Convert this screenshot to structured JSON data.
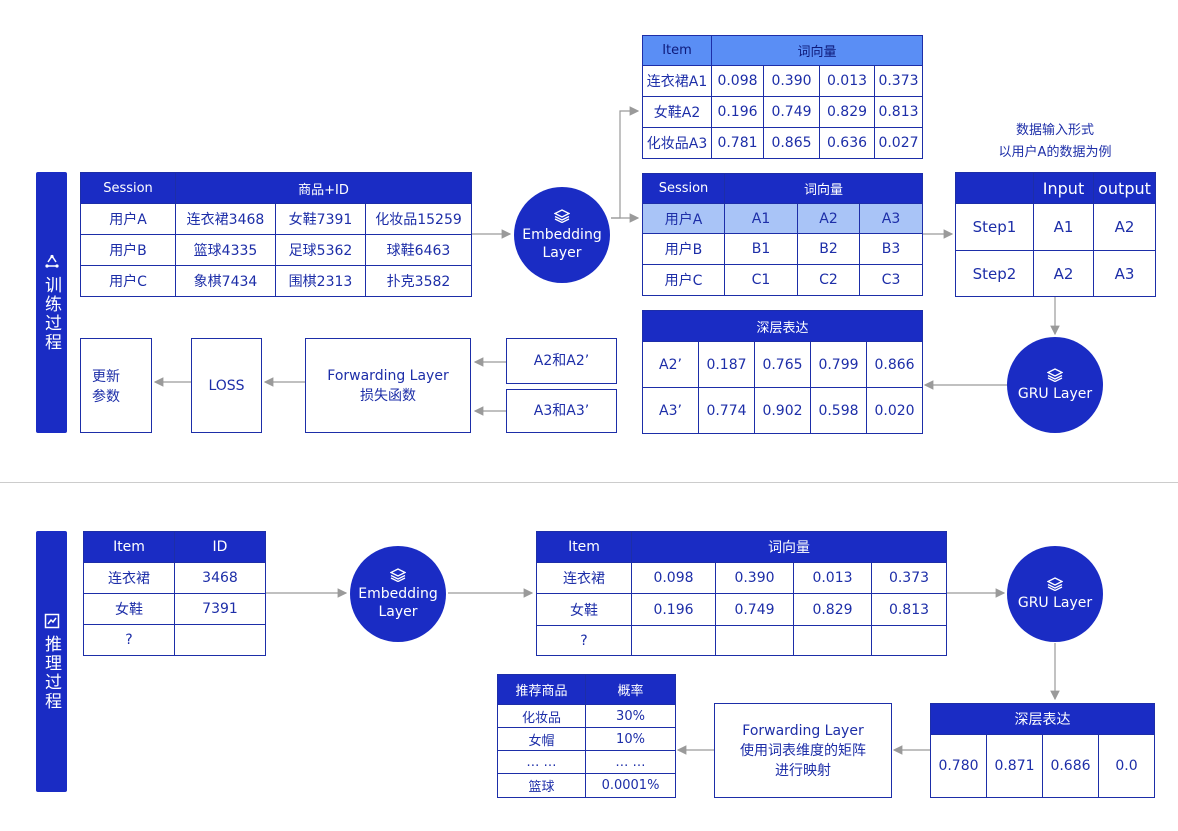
{
  "training": {
    "sidebar_label": "训练过程",
    "session_table": {
      "headers": [
        "Session",
        "商品+ID"
      ],
      "rows": [
        [
          "用户A",
          "连衣裙3468",
          "女鞋7391",
          "化妆品15259"
        ],
        [
          "用户B",
          "篮球4335",
          "足球5362",
          "球鞋6463"
        ],
        [
          "用户C",
          "象棋7434",
          "围棋2313",
          "扑克3582"
        ]
      ]
    },
    "embedding_circle": {
      "line1": "Embedding",
      "line2": "Layer"
    },
    "vector_table": {
      "headers": [
        "Item",
        "词向量"
      ],
      "rows": [
        [
          "连衣裙A1",
          "0.098",
          "0.390",
          "0.013",
          "0.373"
        ],
        [
          "女鞋A2",
          "0.196",
          "0.749",
          "0.829",
          "0.813"
        ],
        [
          "化妆品A3",
          "0.781",
          "0.865",
          "0.636",
          "0.027"
        ]
      ]
    },
    "session_vec_table": {
      "headers": [
        "Session",
        "词向量"
      ],
      "rows": [
        [
          "用户A",
          "A1",
          "A2",
          "A3"
        ],
        [
          "用户B",
          "B1",
          "B2",
          "B3"
        ],
        [
          "用户C",
          "C1",
          "C2",
          "C3"
        ]
      ]
    },
    "input_note": {
      "line1": "数据输入形式",
      "line2": "以用户A的数据为例"
    },
    "step_table": {
      "headers": [
        "",
        "Input",
        "output"
      ],
      "rows": [
        [
          "Step1",
          "A1",
          "A2"
        ],
        [
          "Step2",
          "A2",
          "A3"
        ]
      ]
    },
    "gru_circle": {
      "label": "GRU Layer"
    },
    "deep_table": {
      "header": "深层表达",
      "rows": [
        [
          "A2’",
          "0.187",
          "0.765",
          "0.799",
          "0.866"
        ],
        [
          "A3’",
          "0.774",
          "0.902",
          "0.598",
          "0.020"
        ]
      ]
    },
    "pair_a2": "A2和A2’",
    "pair_a3": "A3和A3’",
    "forwarding": {
      "line1": "Forwarding Layer",
      "line2": "损失函数"
    },
    "loss": "LOSS",
    "update": {
      "line1": "更新",
      "line2": "参数"
    }
  },
  "inference": {
    "sidebar_label": "推理过程",
    "id_table": {
      "headers": [
        "Item",
        "ID"
      ],
      "rows": [
        [
          "连衣裙",
          "3468"
        ],
        [
          "女鞋",
          "7391"
        ],
        [
          "?",
          ""
        ]
      ]
    },
    "embedding_circle": {
      "line1": "Embedding",
      "line2": "Layer"
    },
    "vector_table": {
      "headers": [
        "Item",
        "词向量"
      ],
      "rows": [
        [
          "连衣裙",
          "0.098",
          "0.390",
          "0.013",
          "0.373"
        ],
        [
          "女鞋",
          "0.196",
          "0.749",
          "0.829",
          "0.813"
        ],
        [
          "?",
          "",
          "",
          "",
          ""
        ]
      ]
    },
    "gru_circle": {
      "label": "GRU Layer"
    },
    "deep_table": {
      "header": "深层表达",
      "values": [
        "0.780",
        "0.871",
        "0.686",
        "0.0"
      ]
    },
    "forwarding": {
      "line1": "Forwarding Layer",
      "line2": "使用词表维度的矩阵",
      "line3": "进行映射"
    },
    "rec_table": {
      "headers": [
        "推荐商品",
        "概率"
      ],
      "rows": [
        [
          "化妆品",
          "30%"
        ],
        [
          "女帽",
          "10%"
        ],
        [
          "… …",
          "… …"
        ],
        [
          "篮球",
          "0.0001%"
        ]
      ]
    }
  },
  "colors": {
    "primary": "#1a2cc4",
    "highlight": "#a9c4f7",
    "header_light": "#5a8ef5",
    "arrow": "#9a9a9a"
  },
  "icons": {
    "train": "recycle-icon",
    "infer": "chart-icon",
    "layer": "layers-icon"
  }
}
